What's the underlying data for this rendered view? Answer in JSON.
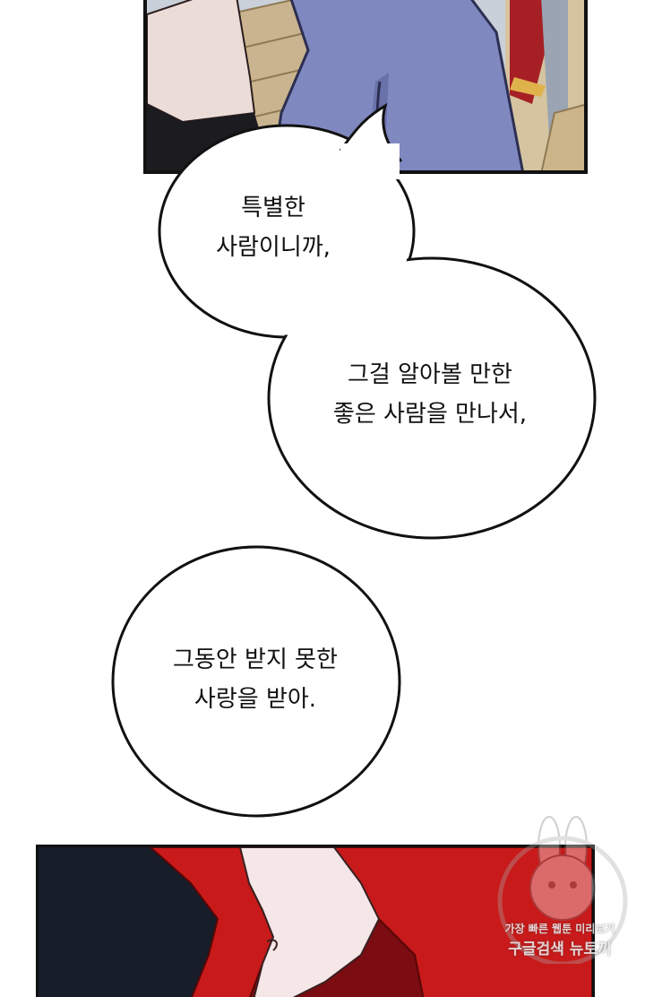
{
  "bubbles": [
    {
      "lines": [
        "특별한",
        "사람이니까,"
      ]
    },
    {
      "lines": [
        "그걸 알아볼 만한",
        "좋은 사람을 만나서,"
      ]
    },
    {
      "lines": [
        "그동안 받지 못한",
        "사랑을 받아."
      ]
    }
  ],
  "watermark": {
    "line1": "가장 빠른 웹툰 미리보기",
    "line2": "구글검색 뉴토끼"
  },
  "colors": {
    "bubble_fill": "#ffffff",
    "bubble_stroke": "#111111",
    "hair_red": "#c81a1a",
    "coat_blue": "#8088c0",
    "panel_dark": "#161c27"
  }
}
